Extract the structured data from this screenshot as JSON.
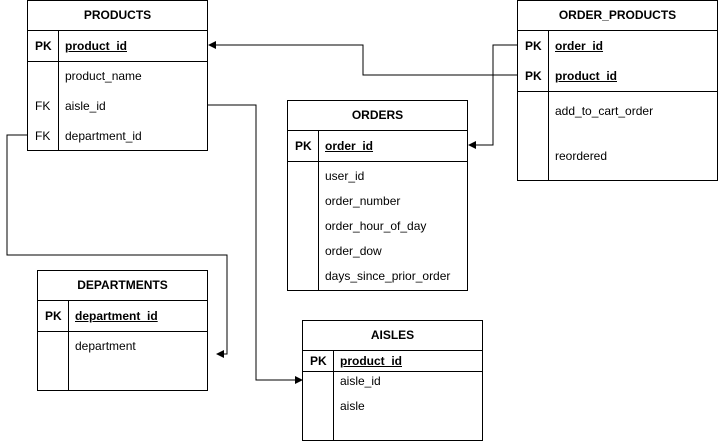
{
  "entities": {
    "products": {
      "title": "PRODUCTS",
      "pk_label": "PK",
      "pk_field": "product_id",
      "fields": [
        "product_name",
        "aisle_id",
        "department_id"
      ],
      "field_keys": [
        "",
        "FK",
        "FK"
      ]
    },
    "order_products": {
      "title": "ORDER_PRODUCTS",
      "pk_label": "PK",
      "pk_fields": [
        "order_id",
        "product_id"
      ],
      "fields": [
        "add_to_cart_order",
        "reordered"
      ]
    },
    "orders": {
      "title": "ORDERS",
      "pk_label": "PK",
      "pk_field": "order_id",
      "fields": [
        "user_id",
        "order_number",
        "order_hour_of_day",
        "order_dow",
        "days_since_prior_order"
      ]
    },
    "departments": {
      "title": "DEPARTMENTS",
      "pk_label": "PK",
      "pk_field": "department_id",
      "fields": [
        "department"
      ]
    },
    "aisles": {
      "title": "AISLES",
      "pk_label": "PK",
      "pk_field": "product_id",
      "fields": [
        "aisle_id",
        "aisle"
      ]
    }
  }
}
